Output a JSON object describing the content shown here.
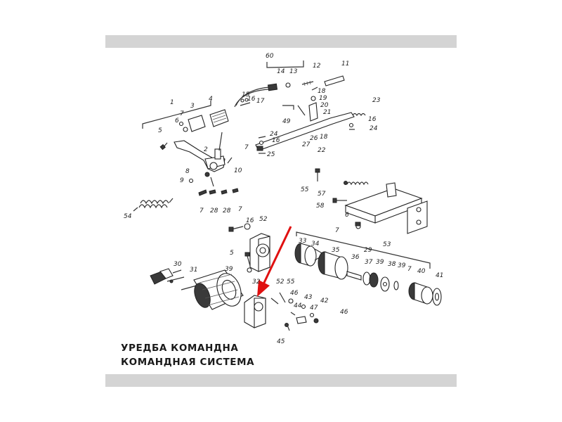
{
  "captions": {
    "line1": "УРЕДБА КОМАНДНА",
    "line2": "КОМАНДНАЯ СИСТЕМА"
  },
  "colors": {
    "bar": "#d4d4d4",
    "arrow": "#e01010",
    "ink": "#222222"
  },
  "callouts": {
    "c60": "60",
    "c14": "14",
    "c13": "13",
    "c12": "12",
    "c11": "11",
    "c16a": "16",
    "c15": "15",
    "c17": "17",
    "c18": "18",
    "c19": "19",
    "c20": "20",
    "c21": "21",
    "c49": "49",
    "c23": "23",
    "c16b": "16",
    "c24a": "24",
    "c1": "1",
    "c6": "6",
    "c7a": "7",
    "c3": "3",
    "c4": "4",
    "c5": "5",
    "c2": "2",
    "c24b": "24",
    "c16c": "16",
    "c26": "26",
    "c18b": "18",
    "c27": "27",
    "c22": "22",
    "c7b": "7",
    "c25": "25",
    "c8": "8",
    "c10": "10",
    "c9": "9",
    "c7c": "7",
    "c28a": "28",
    "c28b": "28",
    "c7d": "7",
    "c54": "54",
    "c55a": "55",
    "c57": "57",
    "c58": "58",
    "c6b": "6",
    "c7e": "7",
    "c53": "53",
    "c16d": "16",
    "c52a": "52",
    "c5b": "5",
    "c39a": "39",
    "c30": "30",
    "c31": "31",
    "c33": "33",
    "c34": "34",
    "c35": "35",
    "c29": "29",
    "c36": "36",
    "c37": "37",
    "c39b": "39",
    "c38": "38",
    "c39c": "39",
    "c7f": "7",
    "c40": "40",
    "c41": "41",
    "c32": "32",
    "c52b": "52",
    "c55b": "55",
    "c46a": "46",
    "c44": "44",
    "c43": "43",
    "c42": "42",
    "c47": "47",
    "c46b": "46",
    "c45": "45"
  }
}
